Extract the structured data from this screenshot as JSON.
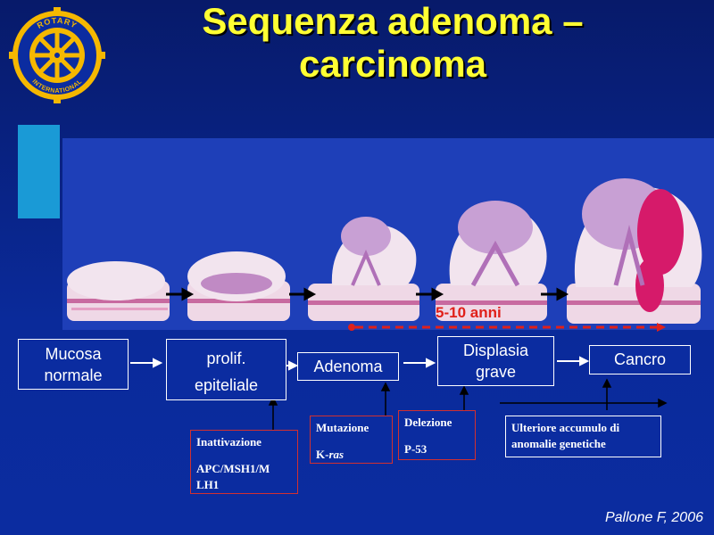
{
  "title": {
    "line1": "Sequenza adenoma –",
    "line2": "carcinoma"
  },
  "logo": {
    "top_text": "ROTARY",
    "bottom_text": "INTERNATIONAL"
  },
  "timeline": {
    "label": "5-10 anni"
  },
  "stages": [
    {
      "line1": "Mucosa",
      "line2": "normale"
    },
    {
      "line1": "prolif.",
      "line2": "epiteliale"
    },
    {
      "line1": "Adenoma"
    },
    {
      "line1": "Displasia",
      "line2": "grave"
    },
    {
      "line1": "Cancro"
    }
  ],
  "genetic_events": {
    "apc": {
      "title": "Inattivazione",
      "line1": "APC/MSH1/M",
      "line2": "LH1"
    },
    "kras": {
      "title": "Mutazione",
      "prefix": "K-",
      "gene": "ras"
    },
    "p53": {
      "title": "Delezione",
      "line1": "P-53"
    },
    "further": {
      "line1": "Ulteriore accumulo di",
      "line2": "anomalie genetiche"
    }
  },
  "credit": "Pallone F, 2006",
  "colors": {
    "title": "#ffff33",
    "background": "#0b2ca0",
    "timeline": "#e0201a",
    "tissue_pink": "#e8c4d8",
    "tumor_magenta": "#d61a6a",
    "logo_gold": "#f5b800"
  }
}
